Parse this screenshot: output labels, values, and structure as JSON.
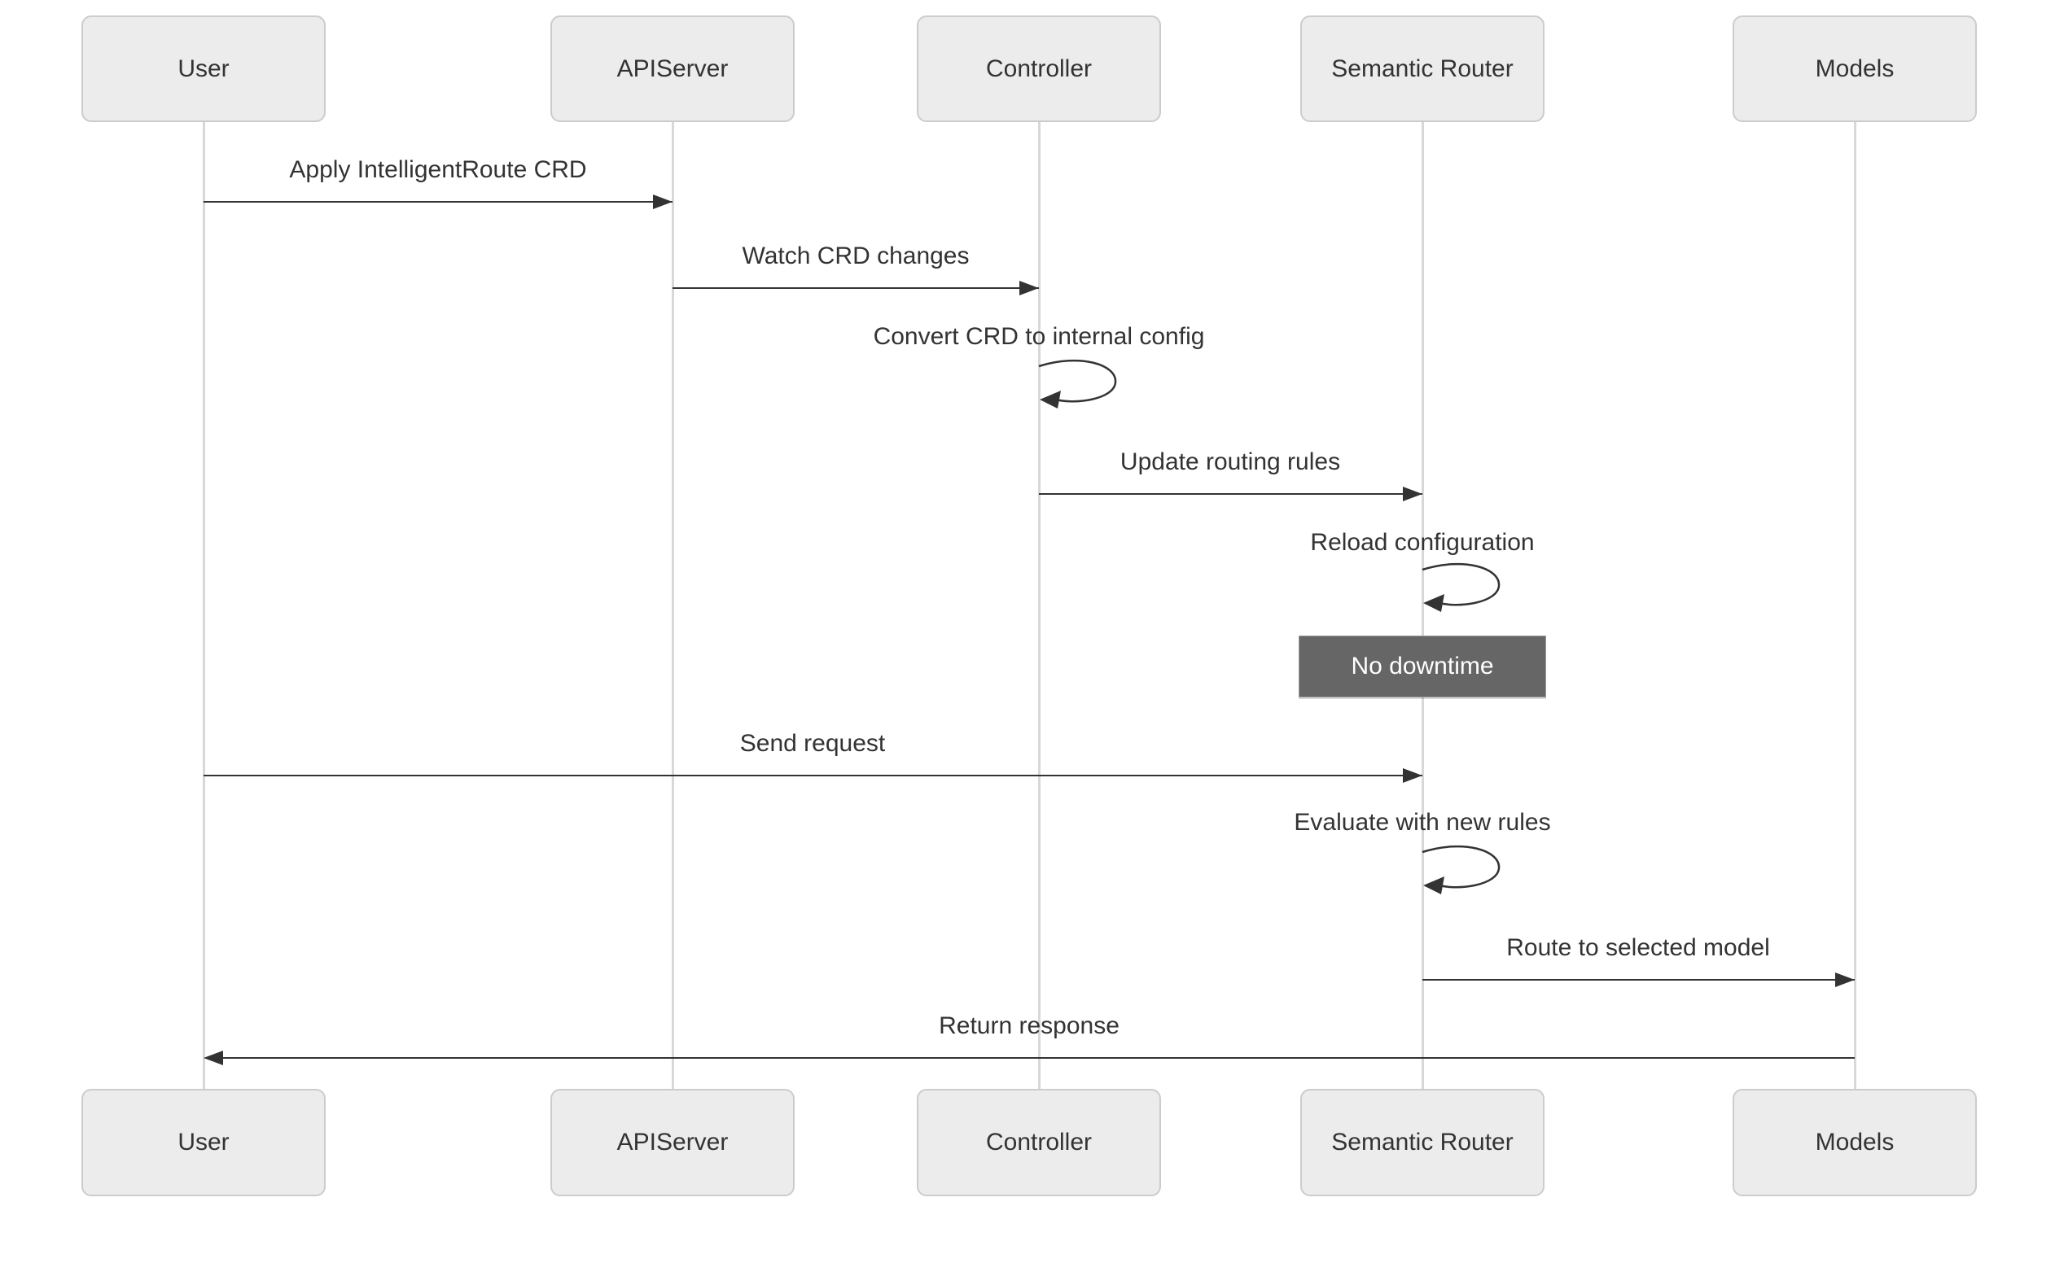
{
  "diagram": {
    "type": "sequence-diagram",
    "actors": [
      {
        "name": "User"
      },
      {
        "name": "APIServer"
      },
      {
        "name": "Controller"
      },
      {
        "name": "Semantic Router"
      },
      {
        "name": "Models"
      }
    ],
    "messages": [
      {
        "from": "User",
        "to": "APIServer",
        "kind": "solid-arrow",
        "label": "Apply IntelligentRoute CRD"
      },
      {
        "from": "APIServer",
        "to": "Controller",
        "kind": "solid-arrow",
        "label": "Watch CRD changes"
      },
      {
        "from": "Controller",
        "to": "Controller",
        "kind": "self-loop",
        "label": "Convert CRD to internal config"
      },
      {
        "from": "Controller",
        "to": "Semantic Router",
        "kind": "solid-arrow",
        "label": "Update routing rules"
      },
      {
        "from": "Semantic Router",
        "to": "Semantic Router",
        "kind": "self-loop",
        "label": "Reload configuration"
      },
      {
        "over": "Semantic Router",
        "kind": "note",
        "label": "No downtime"
      },
      {
        "from": "User",
        "to": "Semantic Router",
        "kind": "solid-arrow",
        "label": "Send request"
      },
      {
        "from": "Semantic Router",
        "to": "Semantic Router",
        "kind": "self-loop",
        "label": "Evaluate with new rules"
      },
      {
        "from": "Semantic Router",
        "to": "Models",
        "kind": "solid-arrow",
        "label": "Route to selected model"
      },
      {
        "from": "Models",
        "to": "User",
        "kind": "solid-arrow",
        "label": "Return response"
      }
    ],
    "colors": {
      "background": "#ffffff",
      "actor_fill": "#ececec",
      "actor_border": "#cccccc",
      "lifeline": "#d8d8d8",
      "arrow": "#333333",
      "text": "#333333",
      "note_fill": "#666666",
      "note_text": "#ffffff"
    }
  }
}
